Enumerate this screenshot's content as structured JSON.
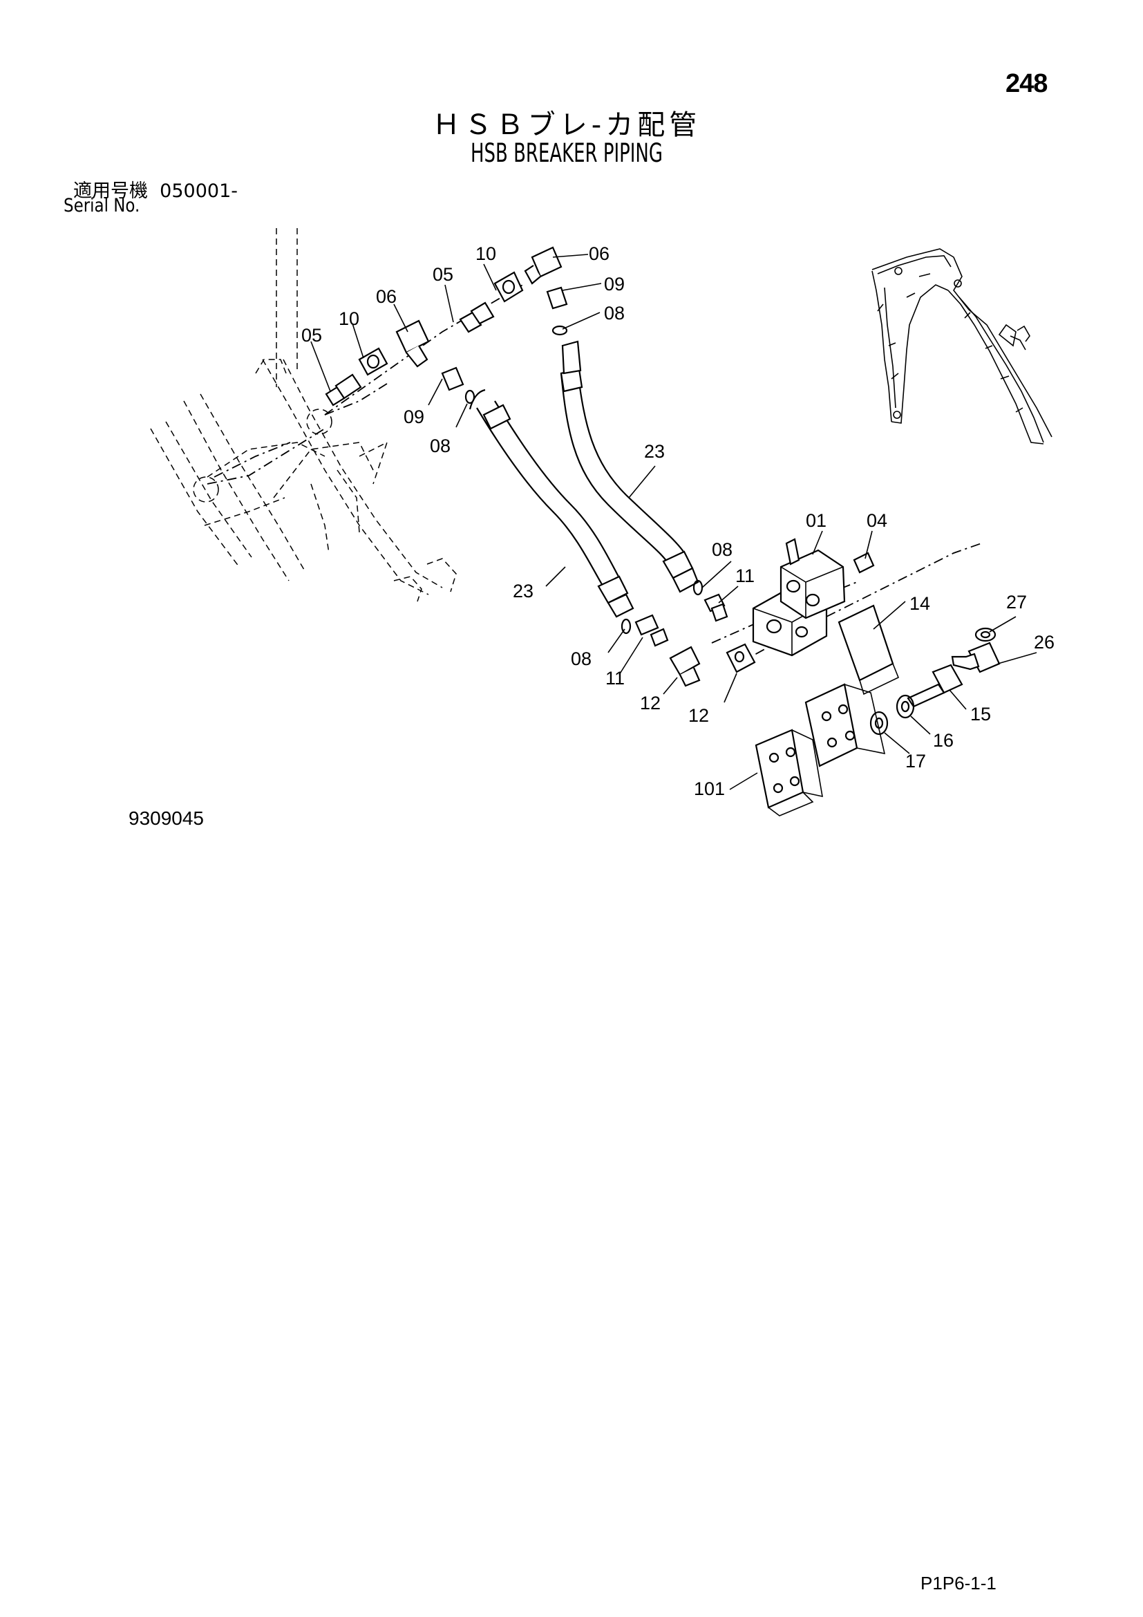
{
  "page": {
    "page_number": "248",
    "title_ja": "ＨＳＢブレ-カ配管",
    "title_en": "HSB BREAKER PIPING",
    "serial_label_ja": "適用号機",
    "serial_range": "050001-",
    "serial_label_en": "Serial No.",
    "drawing_number": "9309045",
    "sheet_code": "P1P6-1-1"
  },
  "callouts": [
    {
      "id": "c06a",
      "label": "06"
    },
    {
      "id": "c10a",
      "label": "10"
    },
    {
      "id": "c05a",
      "label": "05"
    },
    {
      "id": "c09a",
      "label": "09"
    },
    {
      "id": "c08a",
      "label": "08"
    },
    {
      "id": "c06b",
      "label": "06"
    },
    {
      "id": "c10b",
      "label": "10"
    },
    {
      "id": "c05b",
      "label": "05"
    },
    {
      "id": "c09b",
      "label": "09"
    },
    {
      "id": "c08b",
      "label": "08"
    },
    {
      "id": "c23a",
      "label": "23"
    },
    {
      "id": "c01",
      "label": "01"
    },
    {
      "id": "c04",
      "label": "04"
    },
    {
      "id": "c08c",
      "label": "08"
    },
    {
      "id": "c11a",
      "label": "11"
    },
    {
      "id": "c14",
      "label": "14"
    },
    {
      "id": "c27",
      "label": "27"
    },
    {
      "id": "c26",
      "label": "26"
    },
    {
      "id": "c23b",
      "label": "23"
    },
    {
      "id": "c08d",
      "label": "08"
    },
    {
      "id": "c11b",
      "label": "11"
    },
    {
      "id": "c12a",
      "label": "12"
    },
    {
      "id": "c12b",
      "label": "12"
    },
    {
      "id": "c15",
      "label": "15"
    },
    {
      "id": "c16",
      "label": "16"
    },
    {
      "id": "c17",
      "label": "17"
    },
    {
      "id": "c101",
      "label": "101"
    }
  ]
}
